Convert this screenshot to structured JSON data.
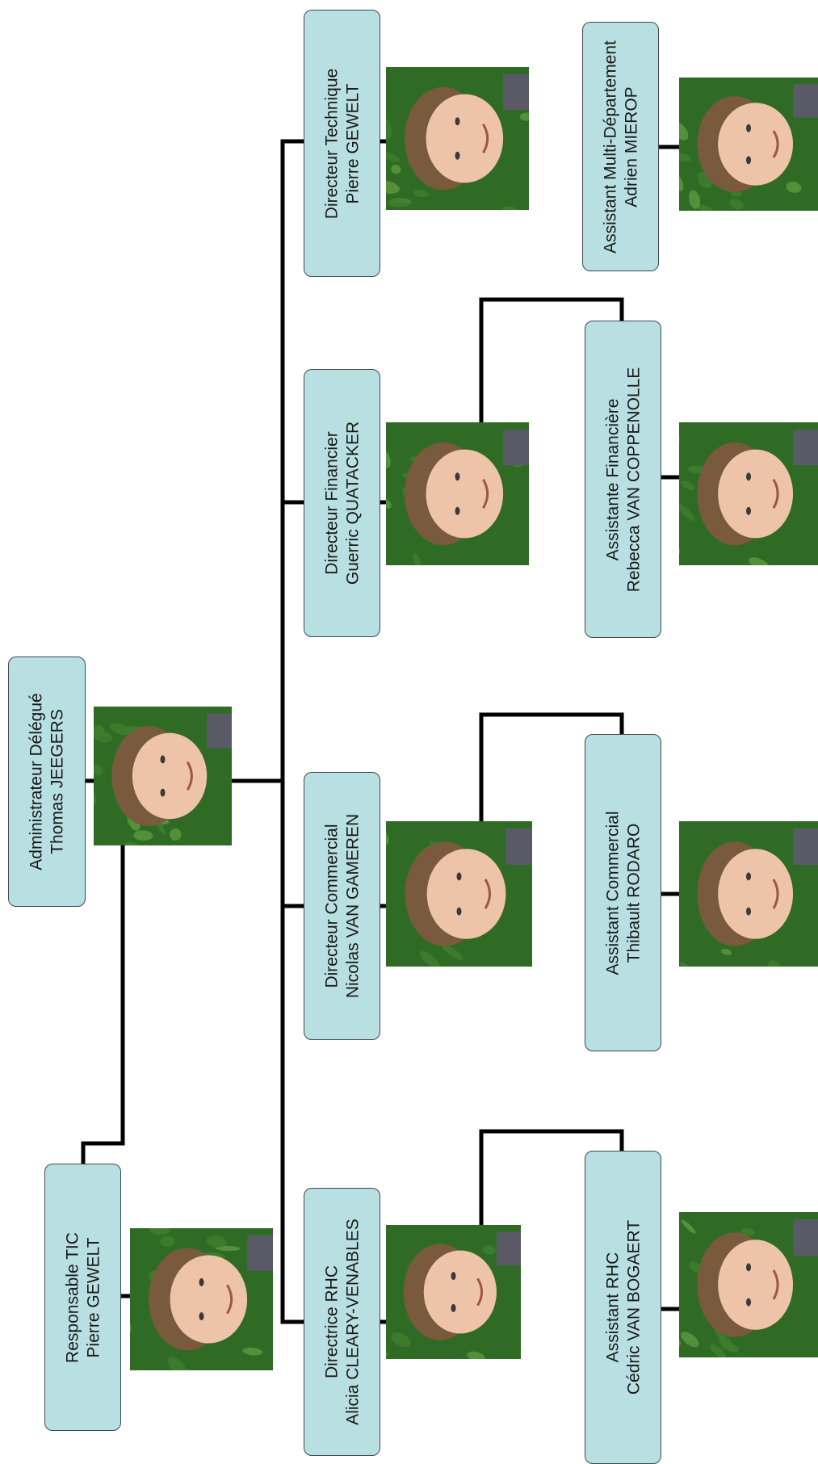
{
  "colors": {
    "box_fill": "#b8dfe2",
    "box_border": "#3f4a4c",
    "connector": "#000000",
    "foliage_dark": "#2f6b25",
    "foliage_light": "#5c9a3e"
  },
  "org": {
    "ceo": {
      "title": "Administrateur Délégué",
      "name": "Thomas JEEGERS"
    },
    "tic": {
      "title": "Responsable TIC",
      "name": "Pierre GEWELT"
    },
    "directors": [
      {
        "title": "Directrice RHC",
        "name": "Alicia CLEARY-VENABLES"
      },
      {
        "title": "Directeur Commercial",
        "name": "Nicolas VAN GAMEREN"
      },
      {
        "title": "Directeur Financier",
        "name": "Guerric QUATACKER"
      },
      {
        "title": "Directeur Technique",
        "name": "Pierre GEWELT"
      }
    ],
    "assistants": [
      {
        "title": "Assistant RHC",
        "name": "Cédric VAN BOGAERT"
      },
      {
        "title": "Assistant Commercial",
        "name": "Thibault RODARO"
      },
      {
        "title": "Assistante Financière",
        "name": "Rebecca VAN COPPENOLLE"
      },
      {
        "title": "Assistant Multi-Département",
        "name": "Adrien MIEROP"
      }
    ]
  }
}
